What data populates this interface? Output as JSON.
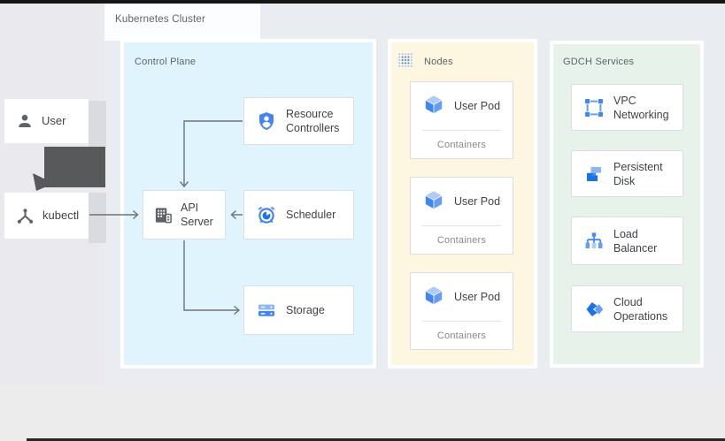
{
  "diagram": {
    "cluster_label": "Kubernetes Cluster",
    "actors": {
      "user": {
        "label": "User",
        "icon": "person-icon"
      },
      "kubectl": {
        "label": "kubectl",
        "icon": "kubectl-icon"
      }
    },
    "control_plane": {
      "label": "Control Plane",
      "boxes": [
        {
          "id": "resource-controllers",
          "lines": [
            "Resource",
            "Controllers"
          ],
          "icon": "shield-person-icon"
        },
        {
          "id": "api-server",
          "lines": [
            "API",
            "Server"
          ],
          "icon": "api-server-icon"
        },
        {
          "id": "scheduler",
          "lines": [
            "Scheduler"
          ],
          "icon": "scheduler-icon"
        },
        {
          "id": "storage",
          "lines": [
            "Storage"
          ],
          "icon": "storage-icon"
        }
      ]
    },
    "nodes": {
      "label": "Nodes",
      "icon": "nodes-grid-icon",
      "pods": [
        {
          "title": "User Pod",
          "subtitle": "Containers",
          "icon": "pod-cube-icon"
        },
        {
          "title": "User Pod",
          "subtitle": "Containers",
          "icon": "pod-cube-icon"
        },
        {
          "title": "User Pod",
          "subtitle": "Containers",
          "icon": "pod-cube-icon"
        }
      ]
    },
    "gdch": {
      "label": "GDCH Services",
      "services": [
        {
          "id": "vpc-networking",
          "lines": [
            "VPC",
            "Networking"
          ],
          "icon": "vpc-icon"
        },
        {
          "id": "persistent-disk",
          "lines": [
            "Persistent",
            "Disk"
          ],
          "icon": "persistent-disk-icon"
        },
        {
          "id": "load-balancer",
          "lines": [
            "Load",
            "Balancer"
          ],
          "icon": "load-balancer-icon"
        },
        {
          "id": "cloud-operations",
          "lines": [
            "Cloud",
            "Operations"
          ],
          "icon": "cloud-operations-icon"
        }
      ]
    },
    "colors": {
      "control_plane_bg": "#e1f5fe",
      "nodes_bg": "#fef7e0",
      "gdch_bg": "#e6f4ea",
      "accent_blue": "#4285f4",
      "box_border": "#dadce0",
      "panel_label_text": "#5f6368",
      "box_text": "#3c4043",
      "muted_text": "#80868b",
      "arrow": "#6f7377",
      "dark_arrow": "#58595b"
    }
  }
}
